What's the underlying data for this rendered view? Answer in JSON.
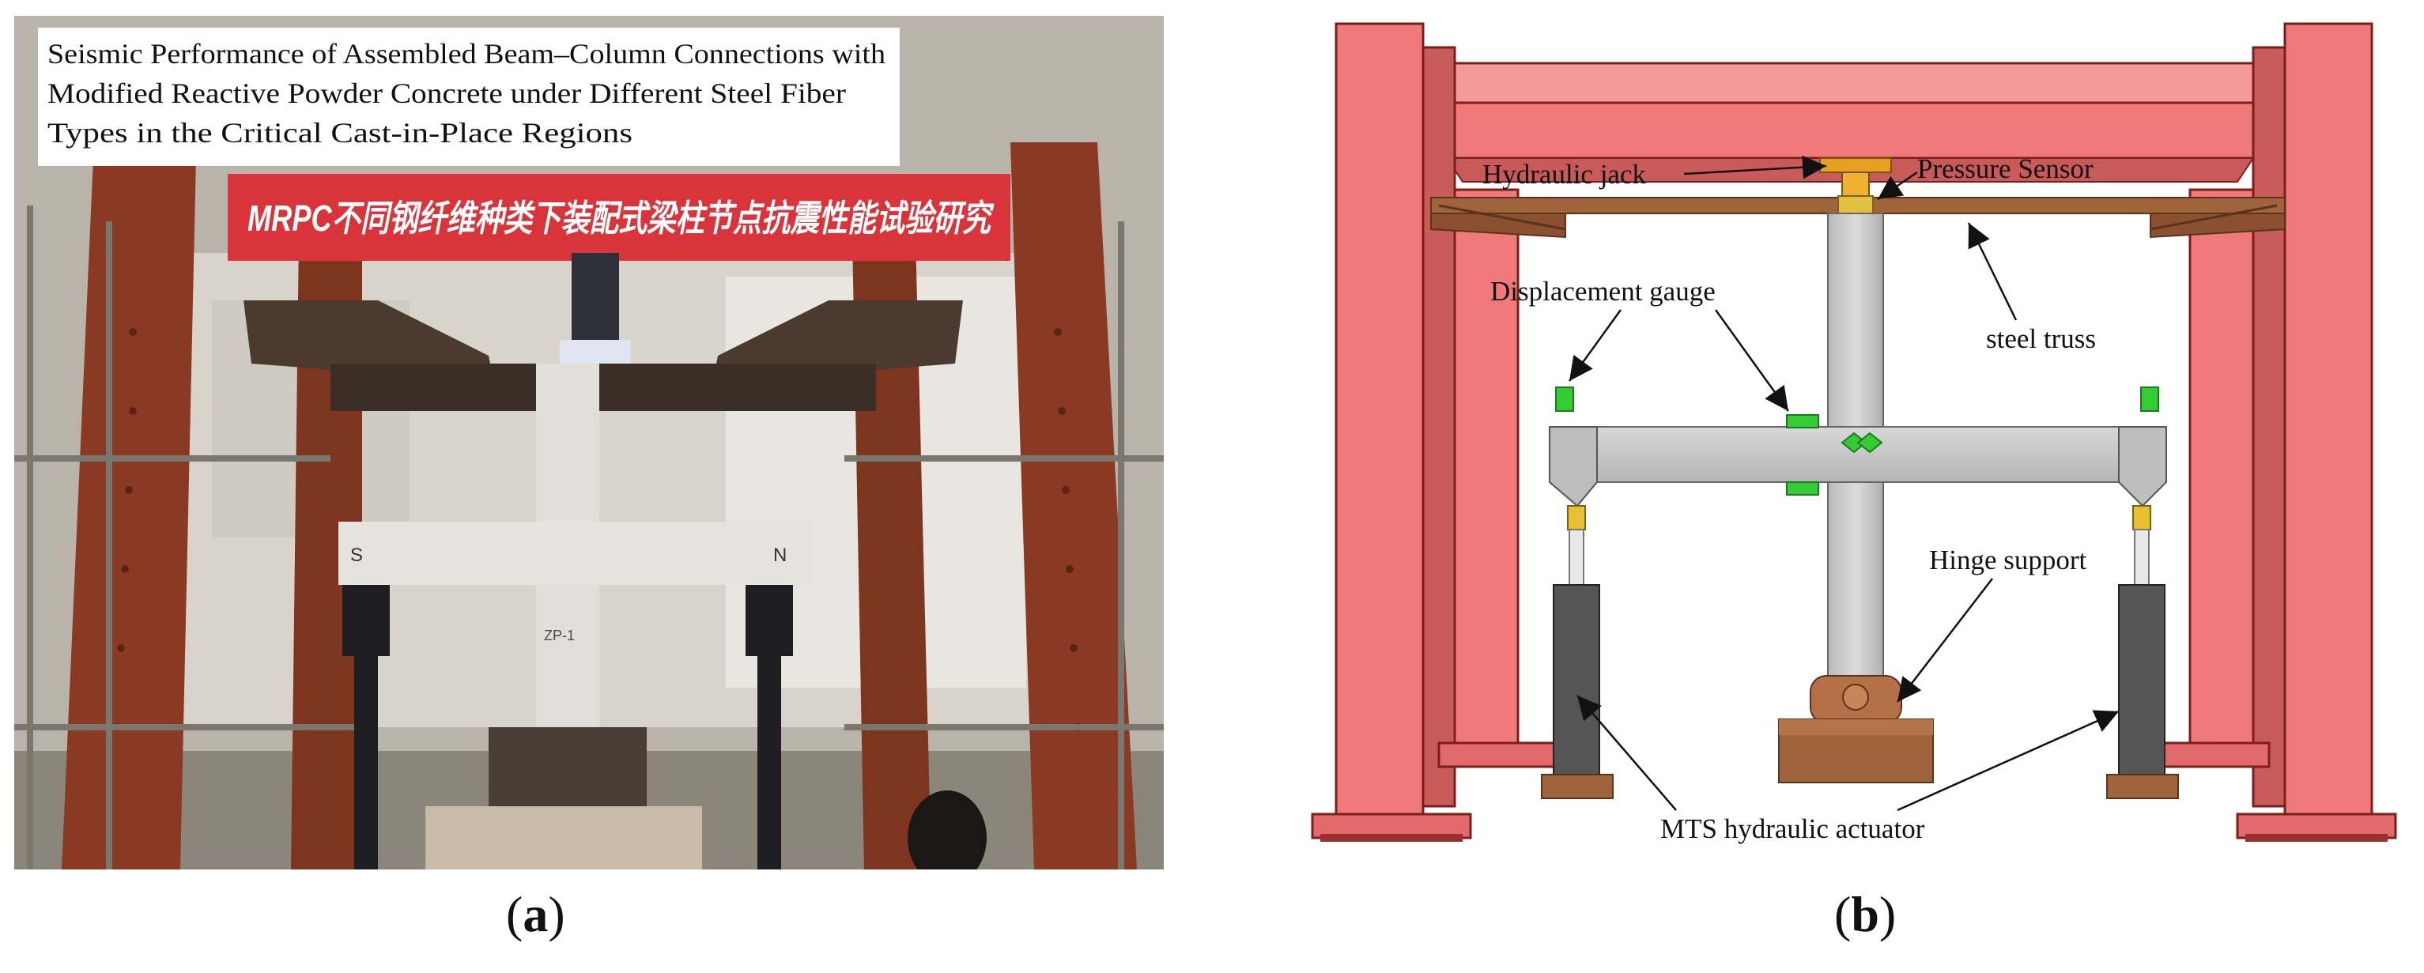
{
  "panel_a": {
    "title_lines": [
      "Seismic Performance of Assembled Beam–Column Connections with",
      "Modified Reactive Powder Concrete under Different Steel Fiber",
      "Types in the Critical Cast-in-Place Regions"
    ],
    "banner": "MRPC不同钢纤维种类下装配式梁柱节点抗震性能试验研究",
    "specimen_marks": {
      "left": "S",
      "right": "N",
      "id": "ZP-1"
    },
    "caption": {
      "open": "(",
      "letter": "a",
      "close": ")"
    }
  },
  "panel_b": {
    "labels": {
      "hydraulic_jack": "Hydraulic jack",
      "pressure_sensor": "Pressure Sensor",
      "displacement_gauge": "Displacement gauge",
      "steel_truss": "steel truss",
      "hinge_support": "Hinge support",
      "mts_actuator": "MTS hydraulic actuator"
    },
    "caption": {
      "open": "(",
      "letter": "b",
      "close": ")"
    }
  },
  "colors": {
    "frame_red": "#f07a7a",
    "frame_edge": "#7a1e1e",
    "concrete": "#c9c9c9",
    "truss_brown": "#a0643c",
    "gauge_green": "#33cc33",
    "jack_orange": "#e8a020",
    "banner_red": "#d8343a"
  }
}
